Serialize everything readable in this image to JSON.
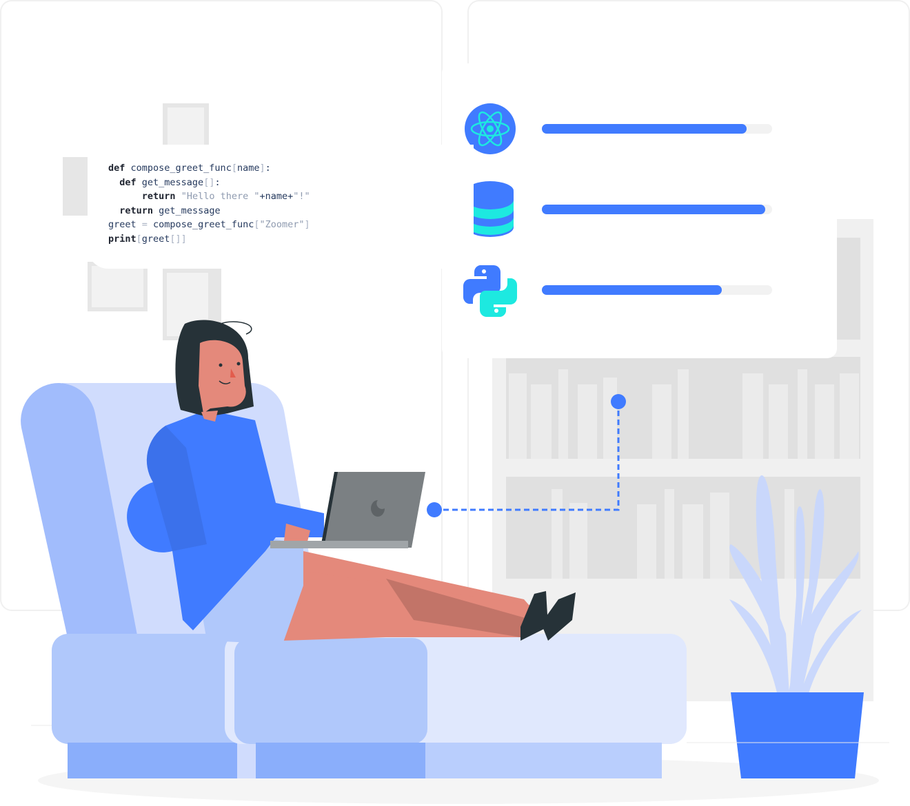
{
  "code": {
    "lines": [
      [
        {
          "t": "def",
          "c": "kw"
        },
        {
          "t": " compose_greet_func"
        },
        {
          "t": "[",
          "c": "pn"
        },
        {
          "t": "name"
        },
        {
          "t": "]",
          "c": "pn"
        },
        {
          "t": ":"
        }
      ],
      [
        {
          "t": "  "
        },
        {
          "t": "def",
          "c": "kw"
        },
        {
          "t": " get_message"
        },
        {
          "t": "[]",
          "c": "pn"
        },
        {
          "t": ":"
        }
      ],
      [
        {
          "t": "      "
        },
        {
          "t": "return",
          "c": "kw"
        },
        {
          "t": " "
        },
        {
          "t": "\"Hello there \"",
          "c": "str"
        },
        {
          "t": "+name+"
        },
        {
          "t": "\"!\"",
          "c": "str"
        }
      ],
      [
        {
          "t": "  "
        },
        {
          "t": "return",
          "c": "kw"
        },
        {
          "t": " get_message"
        }
      ],
      [
        {
          "t": "greet "
        },
        {
          "t": "=",
          "c": "pn"
        },
        {
          "t": " compose_greet_func"
        },
        {
          "t": "[",
          "c": "pn"
        },
        {
          "t": "\"Zoomer\"",
          "c": "str"
        },
        {
          "t": "]",
          "c": "pn"
        }
      ],
      [
        {
          "t": "print",
          "c": "kw"
        },
        {
          "t": "[",
          "c": "pn"
        },
        {
          "t": "greet"
        },
        {
          "t": "[]]",
          "c": "pn"
        }
      ]
    ]
  },
  "skills": [
    {
      "icon": "react-icon",
      "progress": 0.89
    },
    {
      "icon": "database-icon",
      "progress": 0.97
    },
    {
      "icon": "python-icon",
      "progress": 0.78
    }
  ],
  "colors": {
    "accent": "#407bff",
    "cyan": "#1de9e0",
    "skin": "#e4897b",
    "hair": "#263238",
    "sofa": "#b0c8fb"
  }
}
